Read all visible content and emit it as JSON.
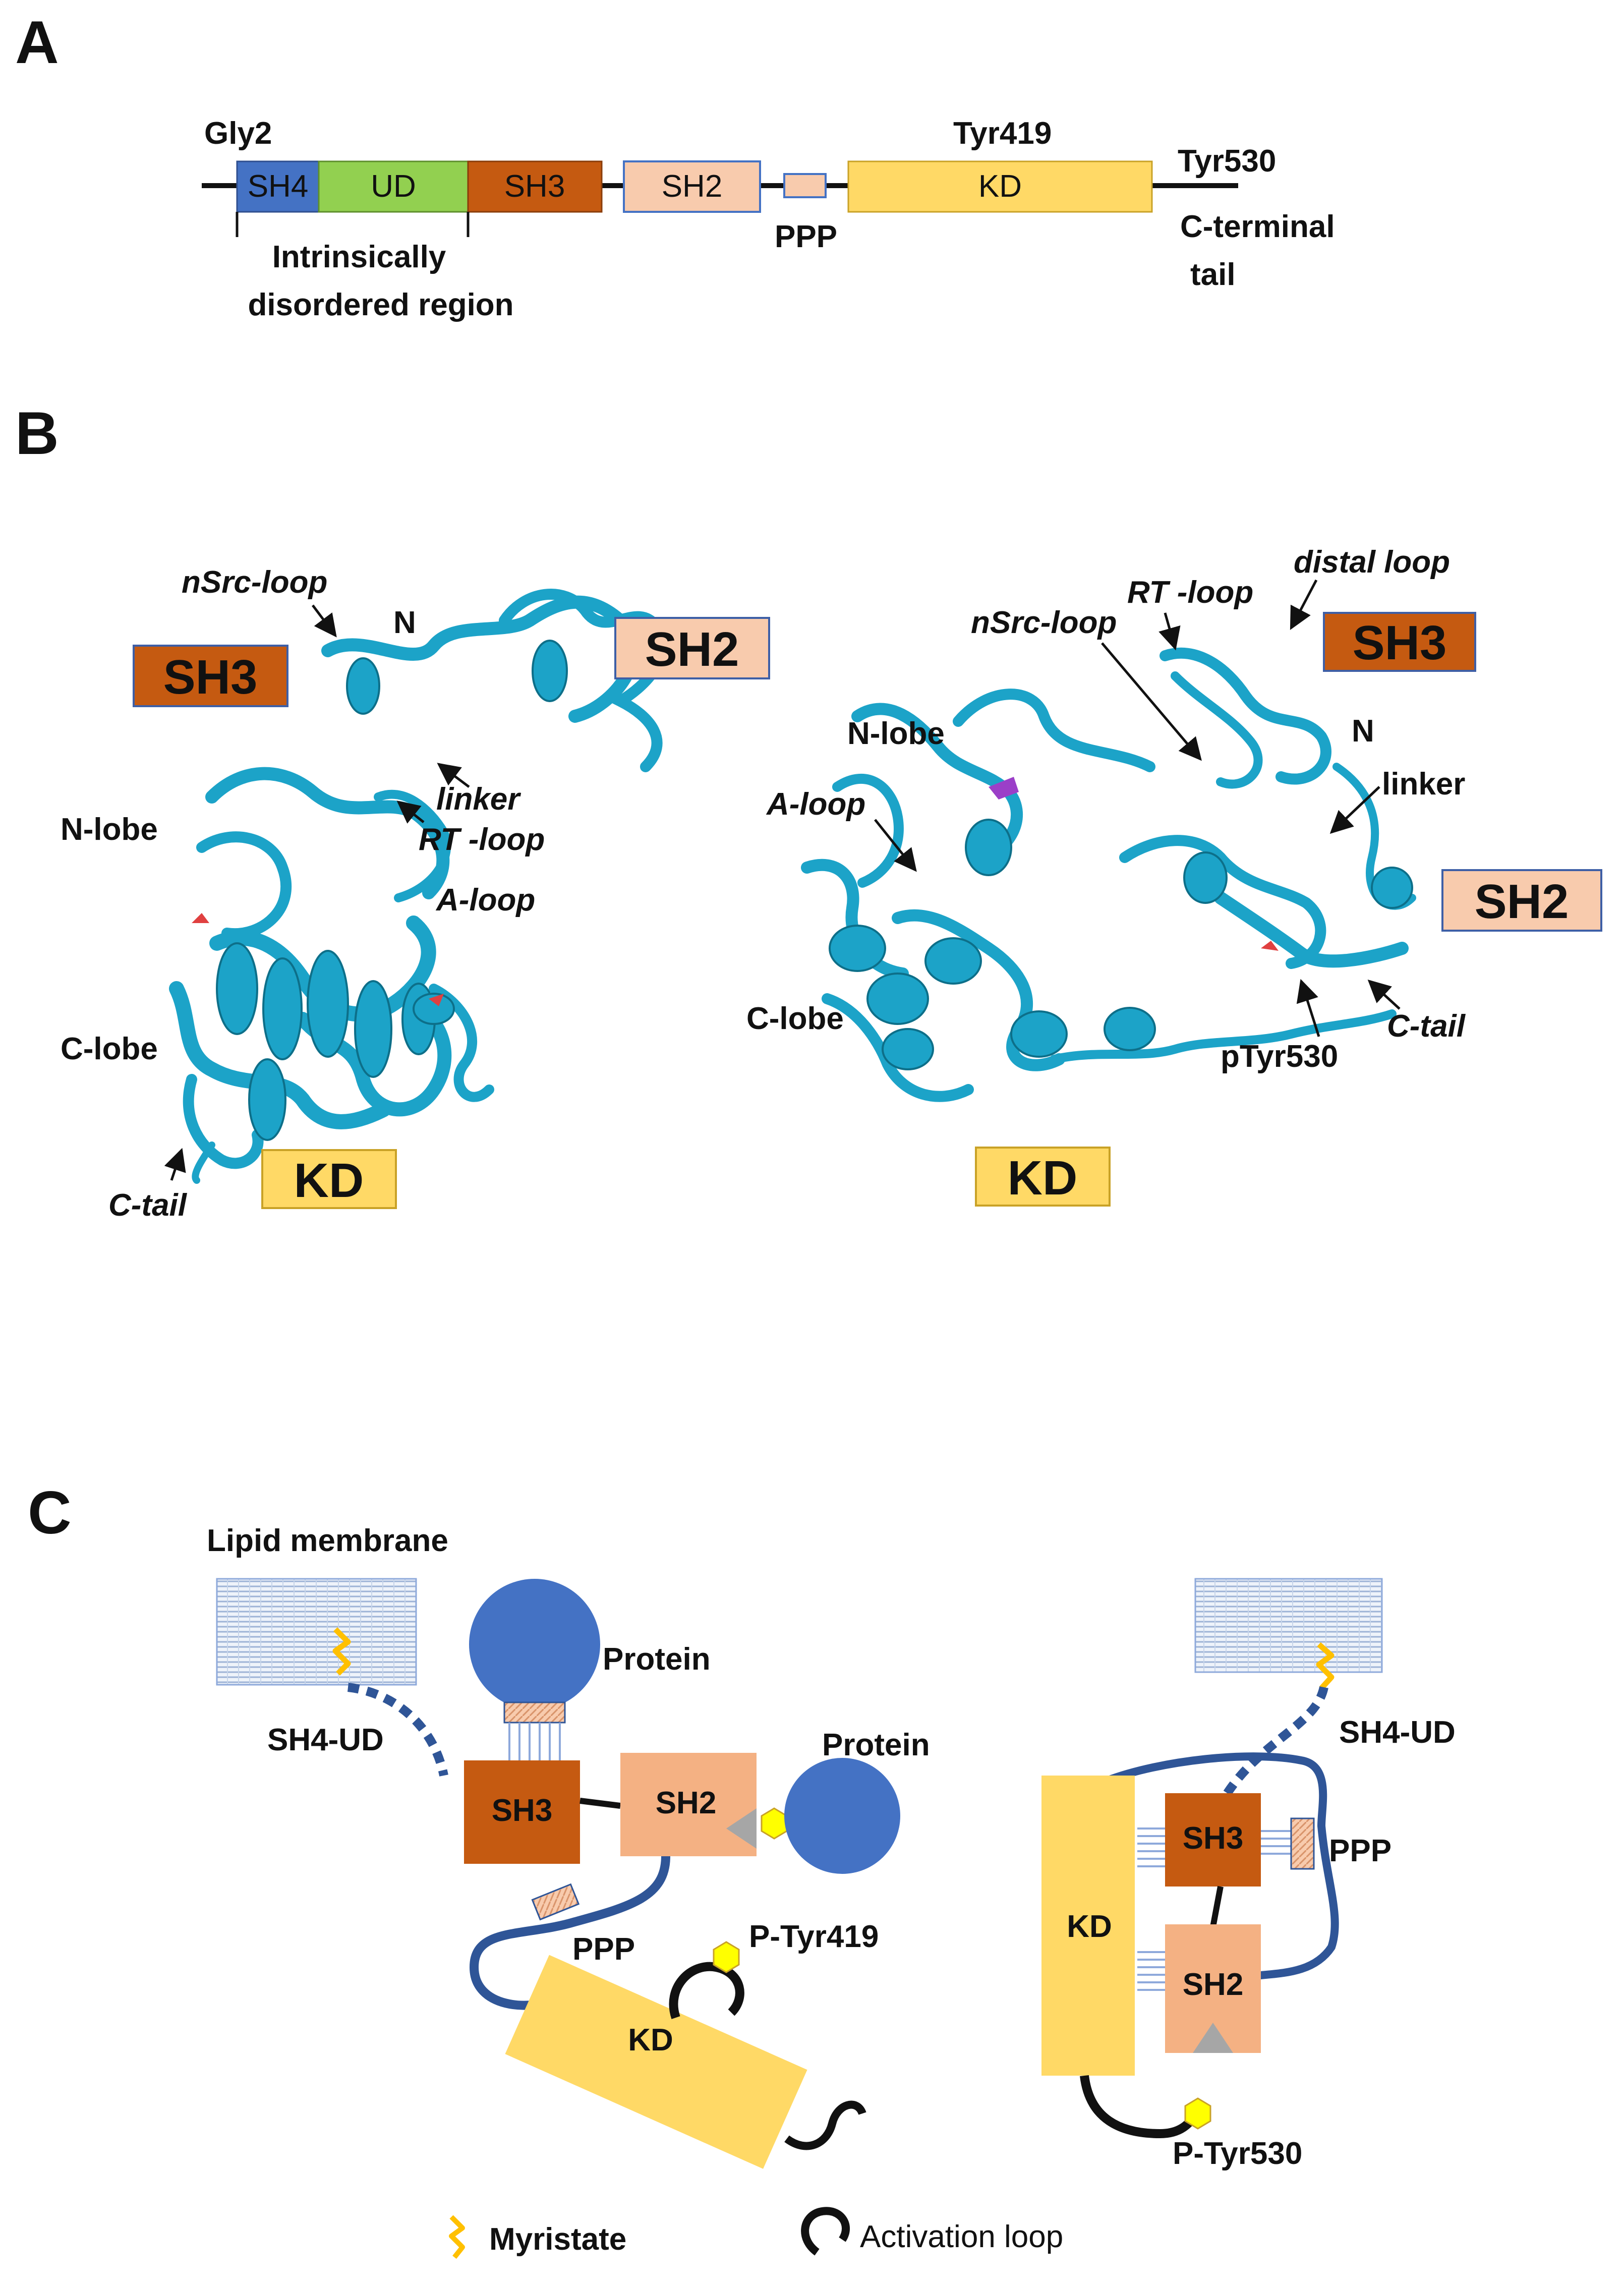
{
  "panelA": {
    "letter": "A",
    "gly2": "Gly2",
    "tyr419": "Tyr419",
    "tyr530": "Tyr530",
    "domains": {
      "sh4": "SH4",
      "ud": "UD",
      "sh3": "SH3",
      "sh2": "SH2",
      "kd": "KD"
    },
    "ppp": "PPP",
    "ctail_1": "C-terminal",
    "ctail_2": "tail",
    "idr_1": "Intrinsically",
    "idr_2": "disordered region"
  },
  "panelB": {
    "letter": "B",
    "left": {
      "sh3": "SH3",
      "sh2": "SH2",
      "kd": "KD",
      "nsrc": "nSrc-loop",
      "n": "N",
      "nlobe": "N-lobe",
      "linker": "linker",
      "rtloop": "RT -loop",
      "aloop": "A-loop",
      "clobe": "C-lobe",
      "ctail": "C-tail"
    },
    "right": {
      "sh3": "SH3",
      "sh2": "SH2",
      "kd": "KD",
      "distal": "distal loop",
      "rtloop": "RT -loop",
      "nsrc": "nSrc-loop",
      "nlobe": "N-lobe",
      "n": "N",
      "linker": "linker",
      "aloop": "A-loop",
      "clobe": "C-lobe",
      "ptyr": "pTyr530",
      "ctail": "C-tail"
    }
  },
  "panelC": {
    "letter": "C",
    "lipid": "Lipid membrane",
    "left": {
      "protein1": "Protein",
      "protein2": "Protein",
      "sh4ud": "SH4-UD",
      "sh3": "SH3",
      "sh2": "SH2",
      "ppp": "PPP",
      "ptyr419": "P-Tyr419",
      "kd": "KD"
    },
    "right": {
      "sh4ud": "SH4-UD",
      "kd": "KD",
      "sh3": "SH3",
      "sh2": "SH2",
      "ppp": "PPP",
      "ptyr530": "P-Tyr530"
    },
    "legend": {
      "myristate": "Myristate",
      "activation": "Activation loop"
    }
  },
  "colors": {
    "sh4": "#4472C4",
    "ud": "#92D050",
    "sh3": "#C55A11",
    "sh2": "#F8CBAD",
    "kd": "#FFD966",
    "ribbon": "#1CA3C8",
    "linker": "#2F5597",
    "protein": "#4472C4",
    "phospho": "#FFFF00",
    "myristate": "#FFC000"
  }
}
